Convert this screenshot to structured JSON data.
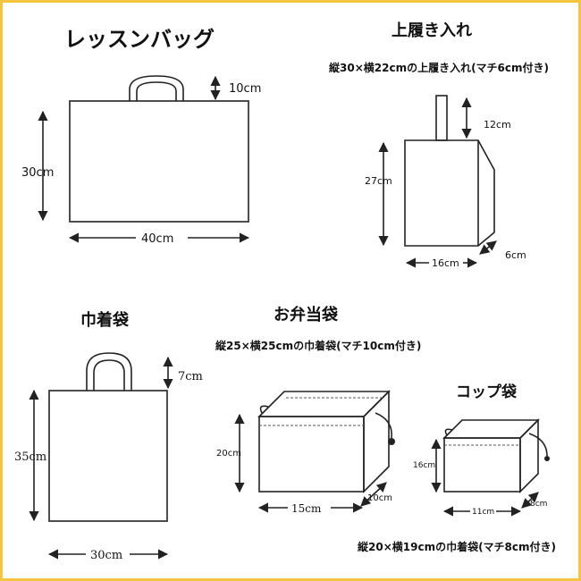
{
  "lesson_bag": {
    "title": "レッスンバッグ",
    "handle_height": "10cm",
    "height": "30cm",
    "width": "40cm"
  },
  "shoe_bag": {
    "title": "上履き入れ",
    "description": "縦30×横22cmの上履き入れ(マチ6cm付き)",
    "handle_height": "12cm",
    "height": "27cm",
    "width": "16cm",
    "gusset": "6cm"
  },
  "drawstring_bag": {
    "title": "巾着袋",
    "handle_height": "7cm",
    "height": "35cm",
    "width": "30cm"
  },
  "lunch_bag": {
    "title": "お弁当袋",
    "description": "縦25×横25cmの巾着袋(マチ10cm付き)",
    "height": "20cm",
    "width": "15cm",
    "gusset": "10cm"
  },
  "cup_bag": {
    "title": "コップ袋",
    "description": "縦20×横19cmの巾着袋(マチ8cm付き)",
    "height": "16cm",
    "width": "11cm",
    "gusset": "8cm"
  },
  "colors": {
    "frame": "#f5c542",
    "line": "#222222"
  }
}
